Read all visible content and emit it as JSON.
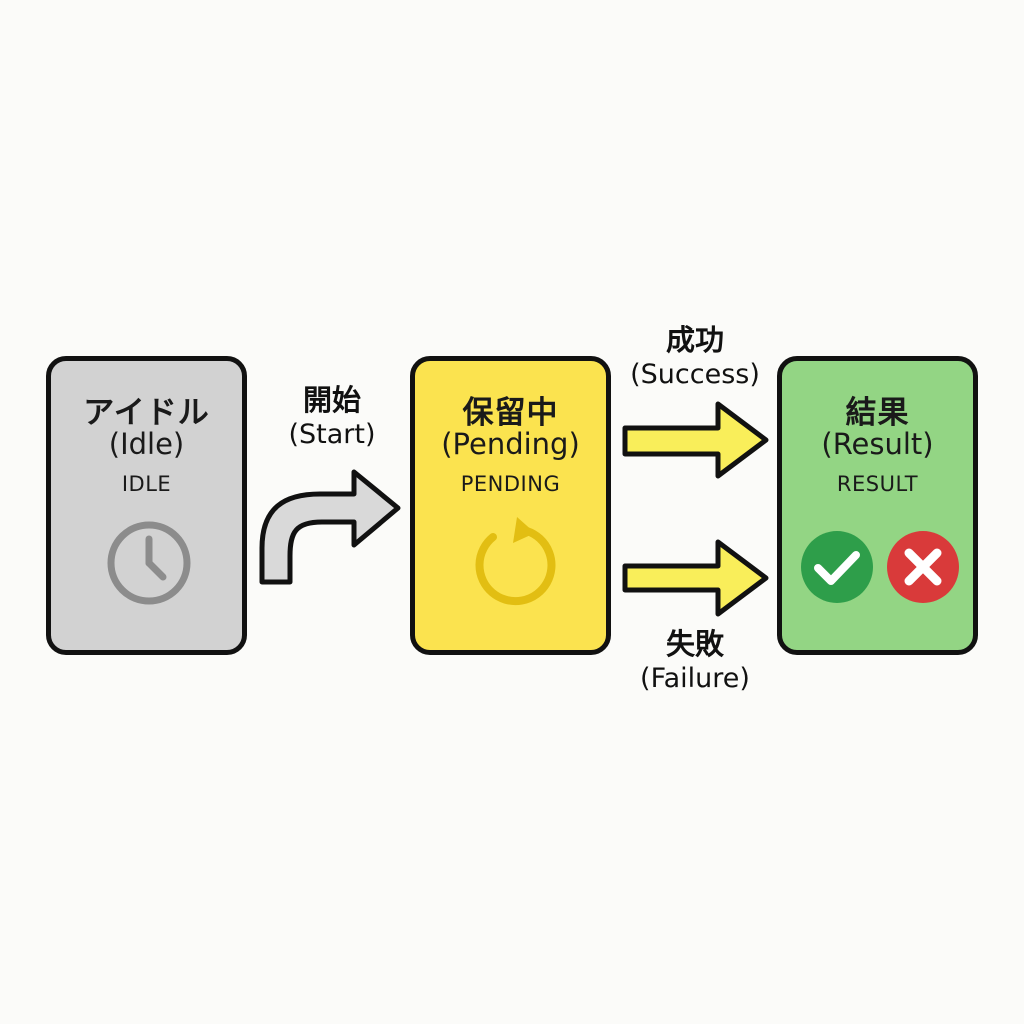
{
  "states": {
    "idle": {
      "title_jp": "アイドル",
      "title_en": "(Idle)",
      "code": "IDLE",
      "icon": "clock-icon"
    },
    "pending": {
      "title_jp": "保留中",
      "title_en": "(Pending)",
      "code": "PENDING",
      "icon": "refresh-icon"
    },
    "result": {
      "title_jp": "結果",
      "title_en": "(Result)",
      "code": "RESULT",
      "icons": [
        "checkmark-icon",
        "x-mark-icon"
      ]
    }
  },
  "transitions": {
    "start": {
      "jp": "開始",
      "en": "(Start)"
    },
    "success": {
      "jp": "成功",
      "en": "(Success)"
    },
    "failure": {
      "jp": "失敗",
      "en": "(Failure)"
    }
  },
  "colors": {
    "idle_fill": "#d2d2d2",
    "pending_fill": "#fbe34f",
    "result_fill": "#93d584",
    "arrow_fill": "#f9ee5a",
    "success": "#2e9e4a",
    "failure": "#d93a3a",
    "outline": "#111111"
  }
}
